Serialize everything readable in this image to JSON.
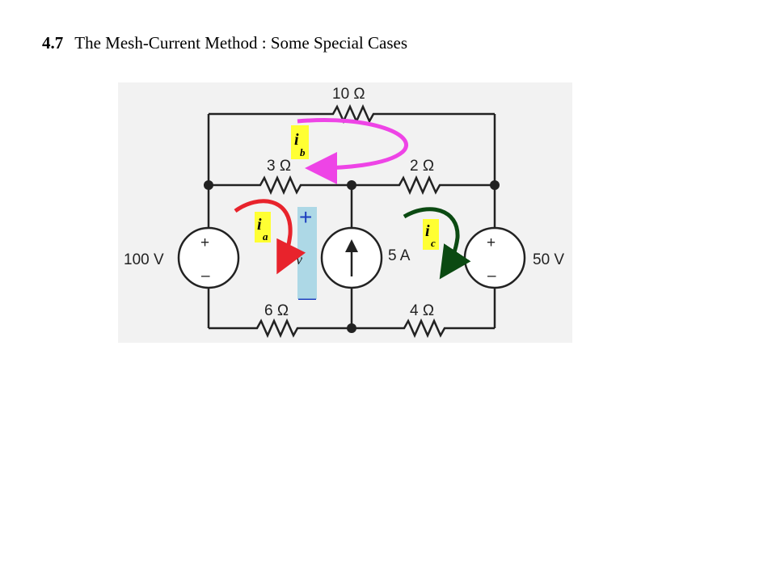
{
  "title": {
    "number": "4.7",
    "text": "The Mesh-Current Method : Some Special Cases"
  },
  "circuit": {
    "resistors": {
      "r_top": "10 Ω",
      "r_left": "3 Ω",
      "r_right": "2 Ω",
      "r_bottom_left": "6 Ω",
      "r_bottom_right": "4 Ω"
    },
    "sources": {
      "left_voltage": "100 V",
      "right_voltage": "50 V",
      "current_source": "5 A",
      "plus": "+",
      "minus": "–"
    },
    "voltage_marker": {
      "symbol": "v",
      "plus": "+",
      "minus": "—",
      "fill_color": "#add8e6"
    },
    "mesh_currents": [
      {
        "letter": "i",
        "subscript": "a",
        "color": "#e8232c"
      },
      {
        "letter": "i",
        "subscript": "b",
        "color": "#ee44e6"
      },
      {
        "letter": "i",
        "subscript": "c",
        "color": "#0b4a12"
      }
    ],
    "label_box_color": "#ffff33"
  }
}
